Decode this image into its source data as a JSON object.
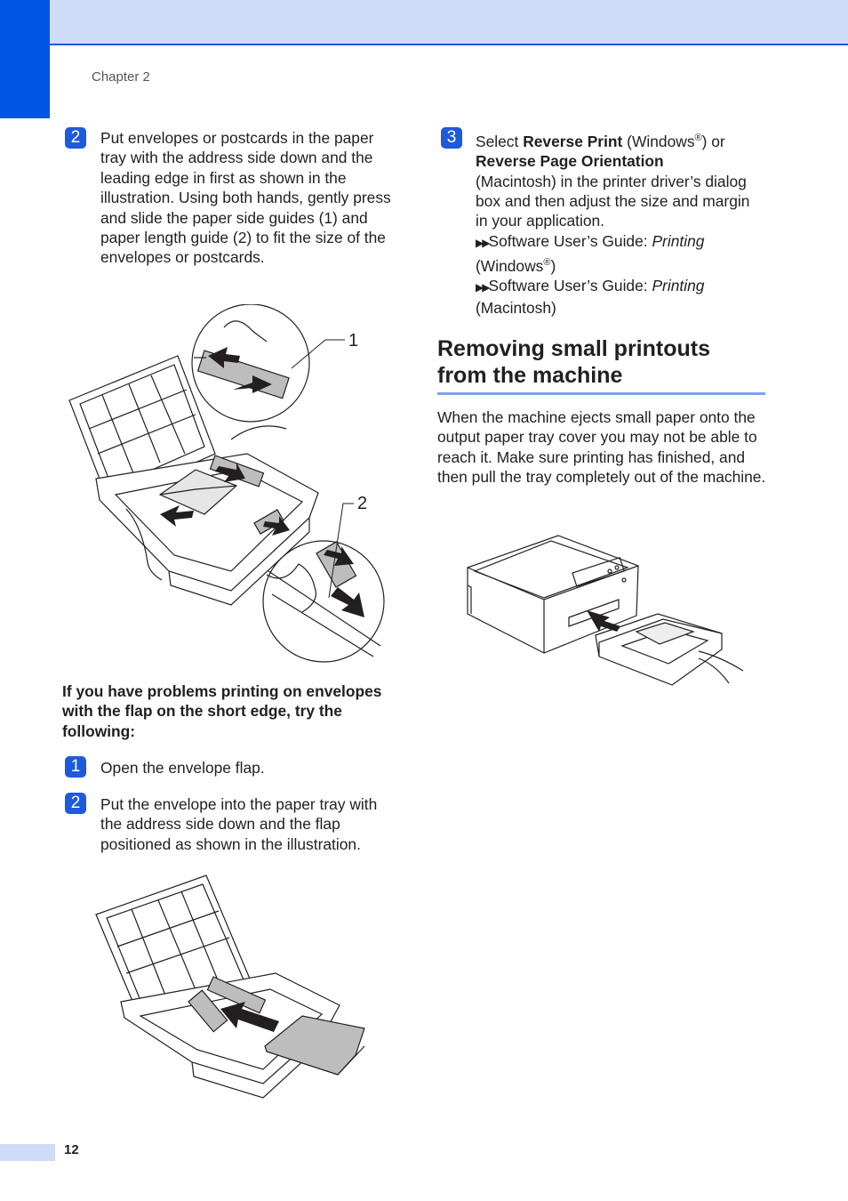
{
  "header": {
    "chapter": "Chapter 2"
  },
  "left": {
    "step2_badge": "2",
    "step2_text": "Put envelopes or postcards in the paper tray with the address side down and the leading edge in first as shown in the illustration. Using both hands, gently press and slide the paper side guides (1) and paper length guide (2) to fit the size of the envelopes or postcards.",
    "callout_1": "1",
    "callout_2": "2",
    "note": "If you have problems printing on envelopes with the flap on the short edge, try the following:",
    "sub1_badge": "1",
    "sub1_text": "Open the envelope flap.",
    "sub2_badge": "2",
    "sub2_text": "Put the envelope into the paper tray with the address side down and the flap positioned as shown in the illustration."
  },
  "right": {
    "step3_badge": "3",
    "step3_select": "Select",
    "step3_reverse_print": "Reverse Print",
    "step3_windows": "(Windows",
    "step3_reg": "®",
    "step3_or": ") or",
    "step3_reverse_page": "Reverse Page Orientation",
    "step3_rest": "(Macintosh) in the printer driver’s dialog box and then adjust the size and margin in your application.",
    "ref1_prefix": "Software User’s Guide: ",
    "ref1_italic": "Printing",
    "ref1_os": "(Windows",
    "ref1_reg": "®",
    "ref1_close": ")",
    "ref2_prefix": "Software User’s Guide: ",
    "ref2_italic": "Printing",
    "ref2_os": "(Macintosh)",
    "heading": "Removing small printouts from the machine",
    "body": "When the machine ejects small paper onto the output paper tray cover you may not be able to reach it. Make sure printing has finished, and then pull the tray completely out of the machine."
  },
  "footer": {
    "page_number": "12"
  },
  "colors": {
    "accent": "#0054e6",
    "band": "#cfdcf7",
    "rule": "#7fa2ec"
  }
}
